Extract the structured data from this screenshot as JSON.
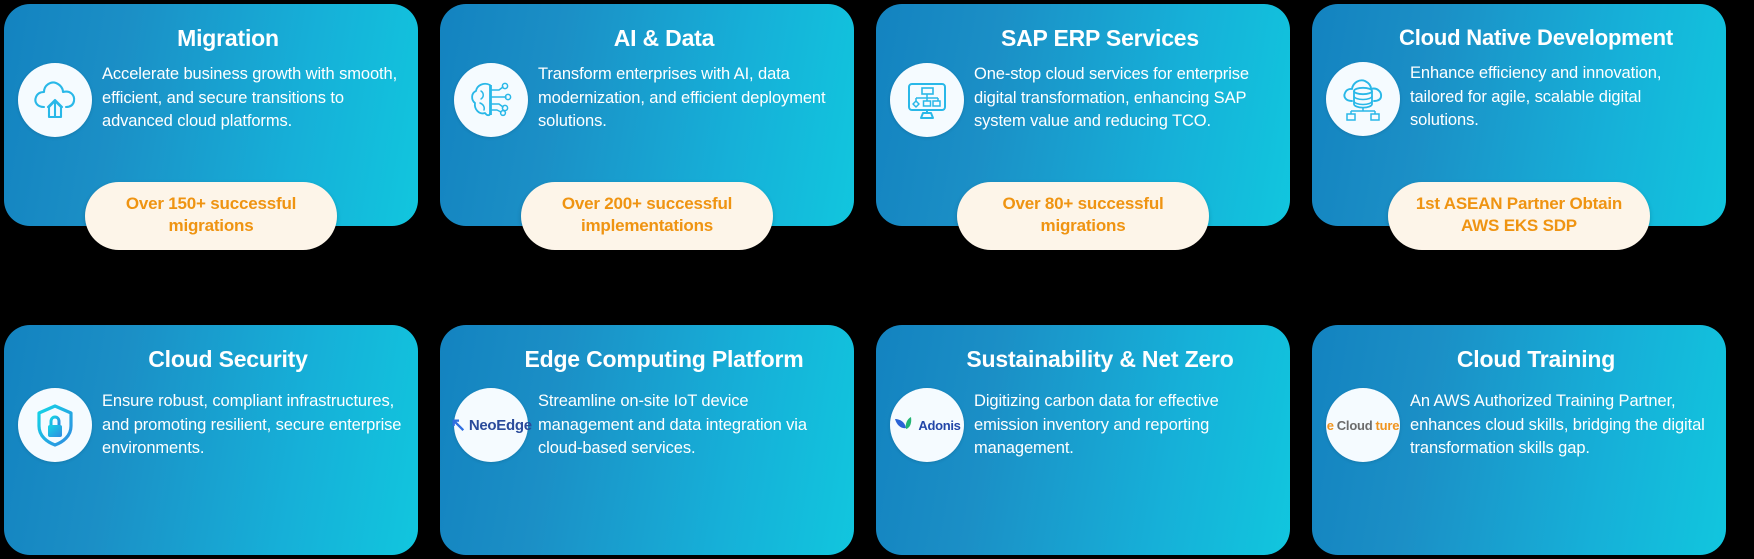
{
  "theme": {
    "background": "#000000",
    "card_gradient_from": "#1383c0",
    "card_gradient_to": "#11c6de",
    "title_color": "#ffffff",
    "body_color": "#ffffff",
    "pill_bg": "#fdf5e9",
    "pill_text_color": "#ef9412",
    "icon_circle_bg": "#f5fbff",
    "icon_stroke": "#29b8e8"
  },
  "rows": [
    {
      "cards": [
        {
          "title": "Migration",
          "description": "Accelerate business growth with smooth, efficient, and secure transitions to advanced cloud platforms.",
          "icon": "cloud-upload-icon",
          "badge": "Over 150+ successful migrations"
        },
        {
          "title": "AI & Data",
          "description": "Transform enterprises with AI, data modernization, and efficient deployment solutions.",
          "icon": "brain-circuit-icon",
          "badge": "Over 200+ successful implementations"
        },
        {
          "title": "SAP ERP Services",
          "description": "One-stop cloud services for enterprise digital transformation, enhancing SAP system value and reducing TCO.",
          "icon": "monitor-workflow-icon",
          "badge": "Over 80+ successful migrations"
        },
        {
          "title": "Cloud Native Development",
          "description": "Enhance efficiency and innovation, tailored for agile, scalable digital solutions.",
          "icon": "cloud-database-icon",
          "badge": "1st ASEAN Partner Obtain AWS EKS SDP"
        }
      ]
    },
    {
      "cards": [
        {
          "title": "Cloud Security",
          "description": "Ensure robust, compliant infrastructures, and promoting resilient, secure enterprise environments.",
          "icon": "shield-lock-icon",
          "badge": null
        },
        {
          "title": "Edge Computing Platform",
          "description": "Streamline on-site IoT device management and data integration via cloud-based services.",
          "icon": "neoedge-logo",
          "logo_text": "NeoEdge",
          "badge": null
        },
        {
          "title": "Sustainability & Net Zero",
          "description": "Digitizing carbon data for effective emission inventory and reporting management.",
          "icon": "adonis-logo",
          "logo_text": "Adonis",
          "badge": null
        },
        {
          "title": "Cloud Training",
          "description": "An AWS Authorized Training Partner, enhances cloud skills, bridging the digital transformation skills gap.",
          "icon": "ecloudture-logo",
          "logo_text_parts": [
            "e",
            "Cloud",
            "ture"
          ],
          "badge": null
        }
      ]
    }
  ]
}
